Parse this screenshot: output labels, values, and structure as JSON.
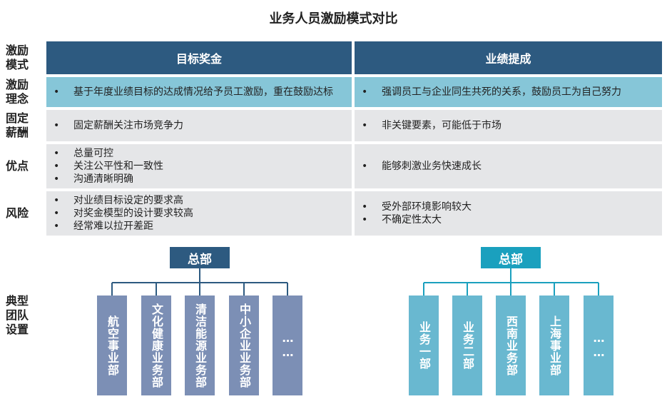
{
  "title": "业务人员激励模式对比",
  "rows": {
    "mode": "激励模式",
    "concept": "激励理念",
    "salary": "固定薪酬",
    "pros": "优点",
    "risk": "风险",
    "team": "典型团队设置"
  },
  "columns": {
    "left_header": "目标奖金",
    "right_header": "业绩提成"
  },
  "cells": {
    "concept_left": [
      "基于年度业绩目标的达成情况给予员工激励，重在鼓励达标"
    ],
    "concept_right": [
      "强调员工与企业同生共死的关系，鼓励员工为自己努力"
    ],
    "salary_left": [
      "固定薪酬关注市场竞争力"
    ],
    "salary_right": [
      "非关键要素，可能低于市场"
    ],
    "pros_left": [
      "总量可控",
      "关注公平性和一致性",
      "沟通清晰明确"
    ],
    "pros_right": [
      "能够刺激业务快速成长"
    ],
    "risk_left": [
      "对业绩目标设定的要求高",
      "对奖金模型的设计要求较高",
      "经常难以拉开差距"
    ],
    "risk_right": [
      "受外部环境影响较大",
      "不确定性太大"
    ]
  },
  "bullet_char": "•",
  "org_left": {
    "root": "总部",
    "children": [
      "航空事业部",
      "文化健康业务部",
      "清洁能源业务部",
      "中小企业业务部",
      "……"
    ]
  },
  "org_right": {
    "root": "总部",
    "children": [
      "业务一部",
      "业务二部",
      "西南业务部",
      "上海事业部",
      "……"
    ]
  },
  "colors": {
    "header_dark": "#2d5a80",
    "header_light_row": "#86c6d8",
    "cell_gray": "#e5e6e8",
    "org_left_root": "#2d5a80",
    "org_left_child": "#7c8fb5",
    "org_right_root": "#1aa0be",
    "org_right_child": "#69b8d0"
  }
}
